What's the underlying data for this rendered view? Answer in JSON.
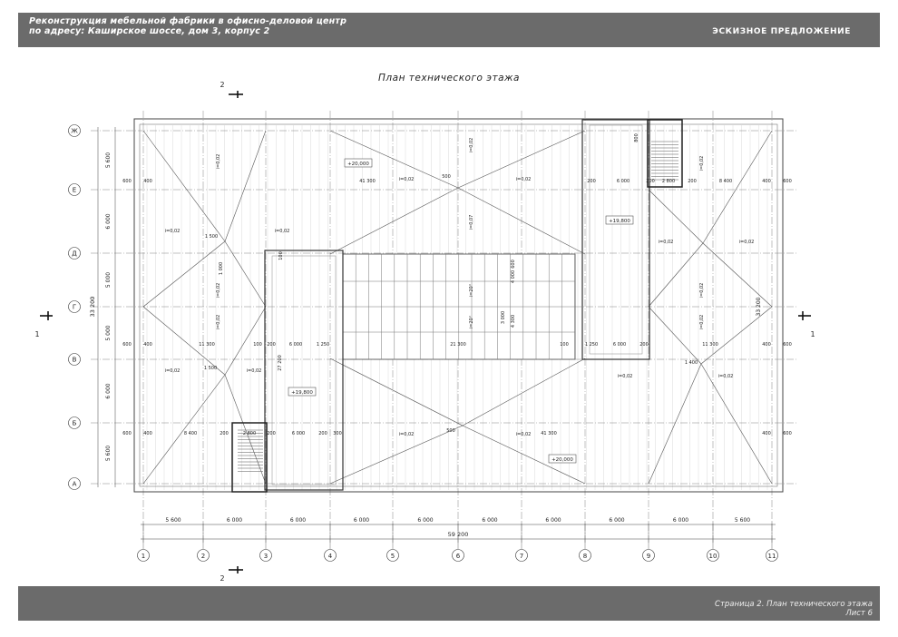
{
  "header": {
    "title_line1": "Реконструкция мебельной фабрики в офисно-деловой центр",
    "title_line2": "по адресу: Каширское шоссе, дом 3, корпус 2",
    "stage": "ЭСКИЗНОЕ ПРЕДЛОЖЕНИЕ"
  },
  "plan": {
    "title": "План технического этажа",
    "column_axes": [
      "1",
      "2",
      "3",
      "4",
      "5",
      "6",
      "7",
      "8",
      "9",
      "10",
      "11"
    ],
    "row_axes": [
      "Ж",
      "Е",
      "Д",
      "Г",
      "В",
      "Б",
      "А"
    ],
    "bottom_spans": [
      "5 600",
      "6 000",
      "6 000",
      "6 000",
      "6 000",
      "6 000",
      "6 000",
      "6 000",
      "6 000",
      "5 600"
    ],
    "overall_length": "59 200",
    "left_spans": [
      "5 600",
      "6 000",
      "5 000",
      "5 000",
      "6 000",
      "5 600"
    ],
    "overall_height": "33 200",
    "right_overall": "33 200",
    "section_mark_1": "1",
    "section_mark_2": "2",
    "elevations": [
      "+20,000",
      "+19,800",
      "+19,800",
      "+20,000"
    ],
    "slopes": [
      "i=0,02",
      "i=0,02",
      "i=0,02",
      "i=0,02",
      "i=0,02",
      "i=0,02",
      "i=0,02",
      "i=0,07",
      "i=20°",
      "i=20°",
      "i=0,02",
      "i=0,02",
      "i=0,02",
      "i=0,02",
      "i=0,02",
      "i=0,02",
      "i=0,02",
      "i=0,02",
      "i=0,02",
      "i=0,02",
      "i=0,02",
      "i=0,02"
    ],
    "row_e_dims": [
      "600",
      "400",
      "41 300",
      "2 800",
      "200",
      "6 000",
      "200",
      "200",
      "8 400",
      "400",
      "600"
    ],
    "row_v_dims": [
      "600",
      "400",
      "11 300",
      "100",
      "200",
      "6 000",
      "1 250",
      "21 300",
      "100",
      "1 250",
      "6 000",
      "200",
      "11 300",
      "400",
      "600"
    ],
    "row_b_dims": [
      "600",
      "400",
      "8 400",
      "200",
      "2 800",
      "200",
      "6 000",
      "200",
      "300",
      "41 300",
      "400",
      "600"
    ],
    "misc_dims": [
      "500",
      "500",
      "1 500",
      "1 500",
      "1 000",
      "27 200",
      "3 000",
      "1 400",
      "100",
      "800",
      "4 000",
      "600",
      "4 300"
    ]
  },
  "footer": {
    "caption_line1": "Страница 2. План технического этажа",
    "caption_line2": "Лист 6"
  }
}
